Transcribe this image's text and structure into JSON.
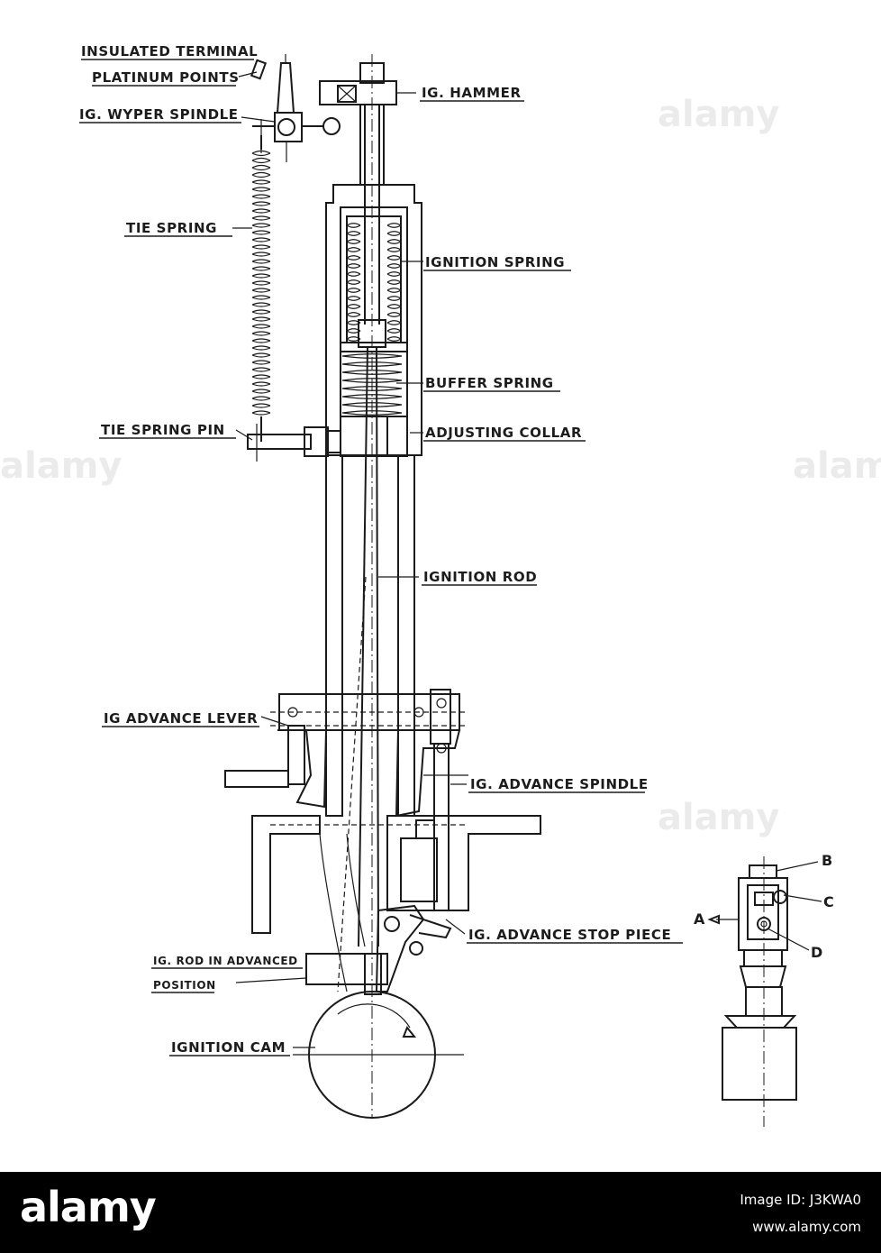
{
  "labels": {
    "insulated_terminal": "INSULATED TERMINAL",
    "platinum_points": "PLATINUM POINTS",
    "wyper_spindle": "IG. WYPER SPINDLE",
    "ig_hammer": "IG. HAMMER",
    "tie_spring": "TIE SPRING",
    "ignition_spring": "IGNITION SPRING",
    "buffer_spring": "BUFFER SPRING",
    "tie_spring_pin": "TIE SPRING PIN",
    "adjusting_collar": "ADJUSTING COLLAR",
    "ignition_rod": "IGNITION ROD",
    "advance_lever": "IG ADVANCE LEVER",
    "advance_spindle": "IG. ADVANCE SPINDLE",
    "advance_stop_piece": "IG. ADVANCE STOP PIECE",
    "rod_advanced_1": "IG. ROD IN ADVANCED",
    "rod_advanced_2": "POSITION",
    "ignition_cam": "IGNITION CAM"
  },
  "detail_letters": {
    "a": "A",
    "b": "B",
    "c": "C",
    "d": "D"
  },
  "watermark": "alamy",
  "banner": {
    "logo": "alamy",
    "image_id": "Image ID: J3KWA0",
    "url": "www.alamy.com"
  }
}
